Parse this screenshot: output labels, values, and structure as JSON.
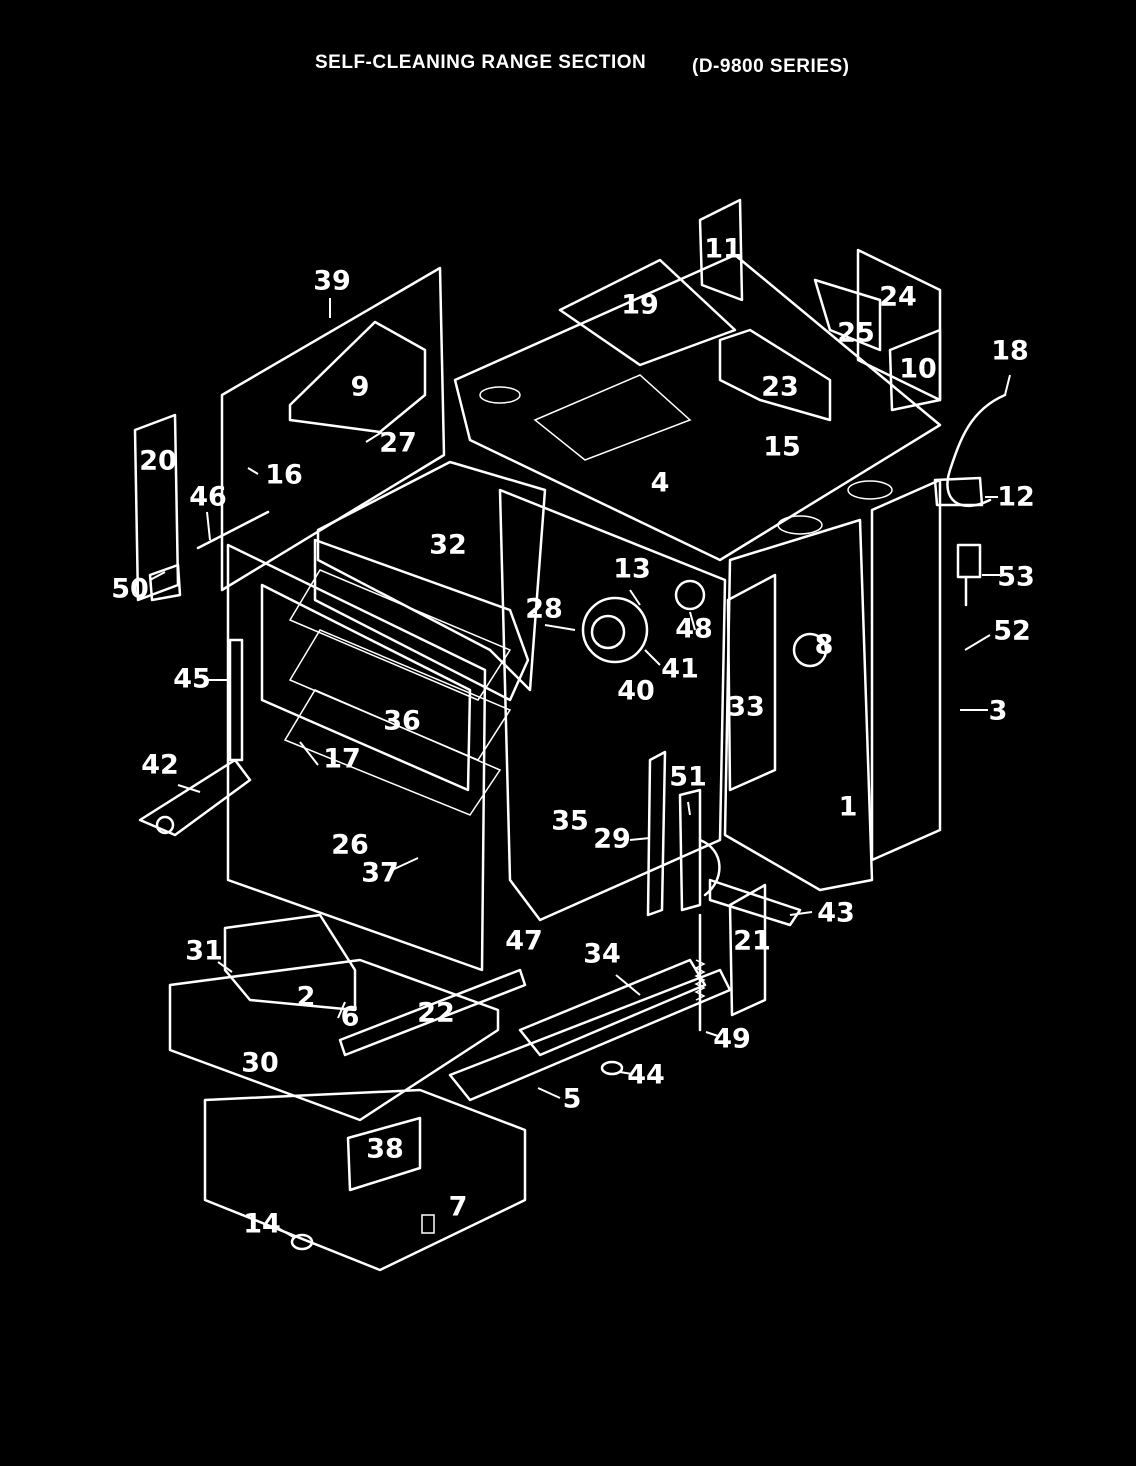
{
  "title": "SELF-CLEANING RANGE SECTION",
  "series": "(D-9800 SERIES)",
  "colors": {
    "background": "#000000",
    "line": "#ffffff"
  },
  "part_numbers": [
    "1",
    "2",
    "3",
    "4",
    "5",
    "6",
    "7",
    "8",
    "9",
    "10",
    "11",
    "12",
    "13",
    "14",
    "15",
    "16",
    "17",
    "18",
    "19",
    "20",
    "21",
    "22",
    "23",
    "24",
    "25",
    "26",
    "27",
    "28",
    "29",
    "30",
    "31",
    "32",
    "33",
    "34",
    "35",
    "36",
    "37",
    "38",
    "39",
    "40",
    "41",
    "42",
    "43",
    "44",
    "45",
    "46",
    "47",
    "48",
    "49",
    "50",
    "51",
    "52",
    "53"
  ]
}
